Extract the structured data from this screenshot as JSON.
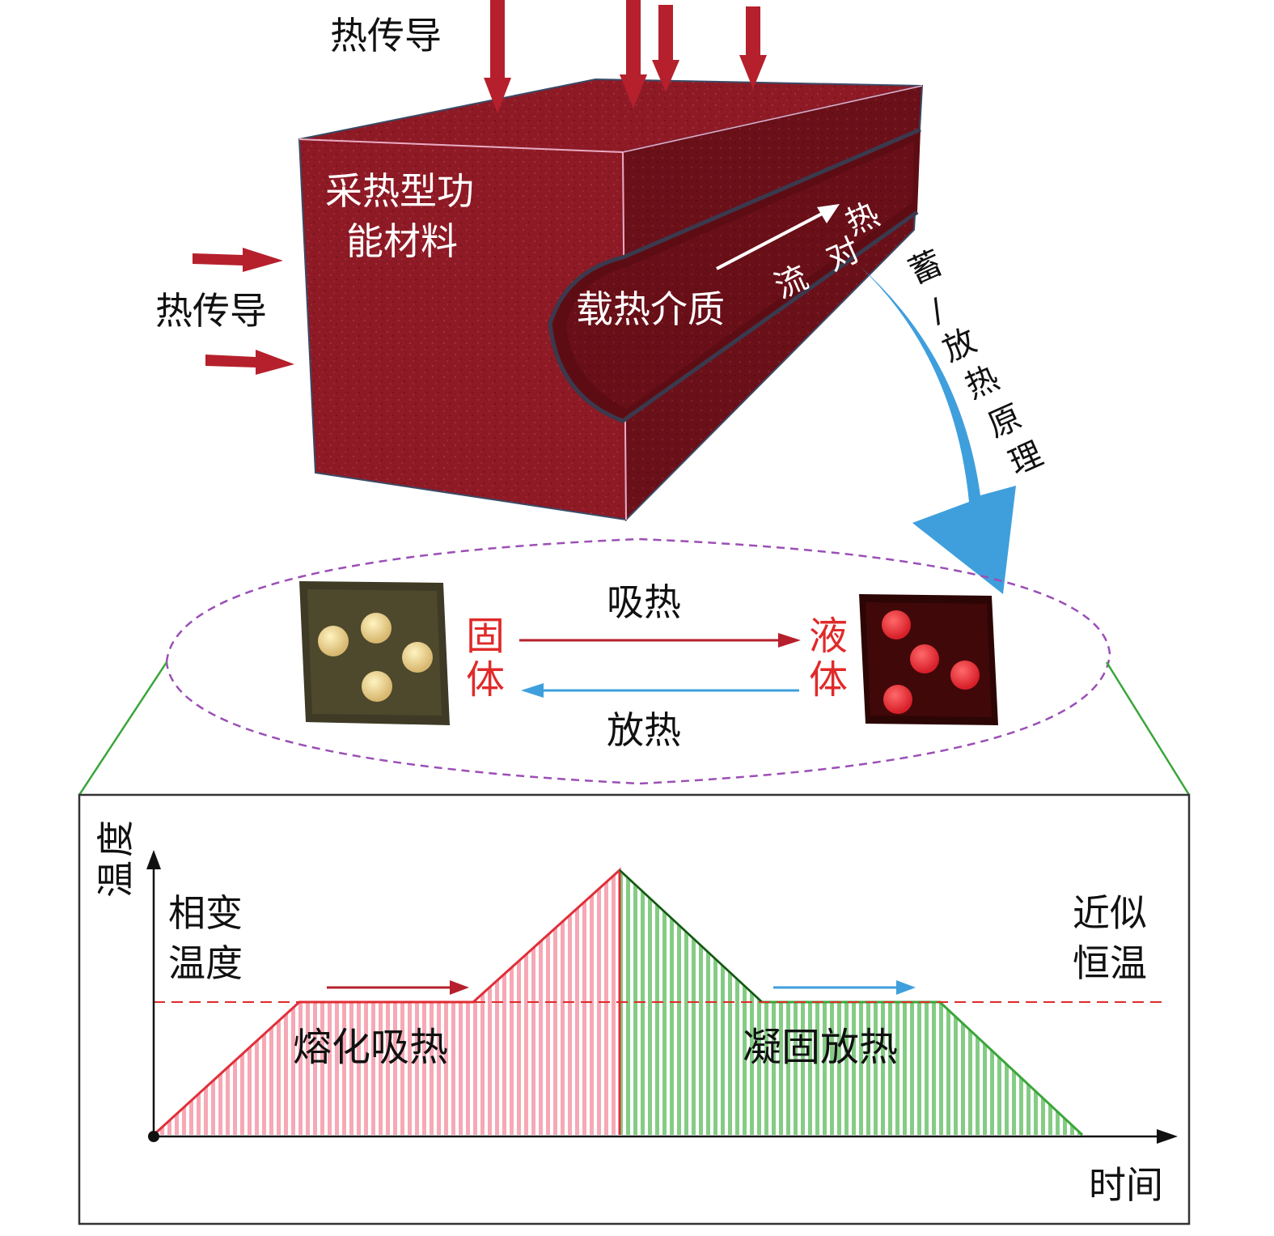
{
  "labels": {
    "conduction_top": "热传导",
    "conduction_left": "热传导",
    "material_line1": "采热型功",
    "material_line2": "能材料",
    "medium": "载热介质",
    "convection": [
      "热",
      "对",
      "流"
    ],
    "principle": [
      "蓄",
      "/",
      "放",
      "热",
      "原",
      "理"
    ],
    "solid": [
      "固",
      "体"
    ],
    "liquid": [
      "液",
      "体"
    ],
    "absorb": "吸热",
    "release": "放热"
  },
  "graph": {
    "y_axis": [
      "温",
      "度"
    ],
    "x_axis": "时间",
    "phase_temp": [
      "相变",
      "温度"
    ],
    "const_temp": [
      "近似",
      "恒温"
    ],
    "melt": "熔化吸热",
    "solidify": "凝固放热"
  },
  "colors": {
    "material": "#8e1a25",
    "arrow_red": "#b5202c",
    "principle_blue": "#3f9fdc",
    "label_red": "#e02a2a",
    "melt_fill": "#f6a8b5",
    "melt_line": "#e0303a",
    "solid_fill": "#84cc84",
    "solid_line": "#3aa63a",
    "ellipse": "#9b4fb5",
    "zoom_lines": "#3aa63a"
  }
}
